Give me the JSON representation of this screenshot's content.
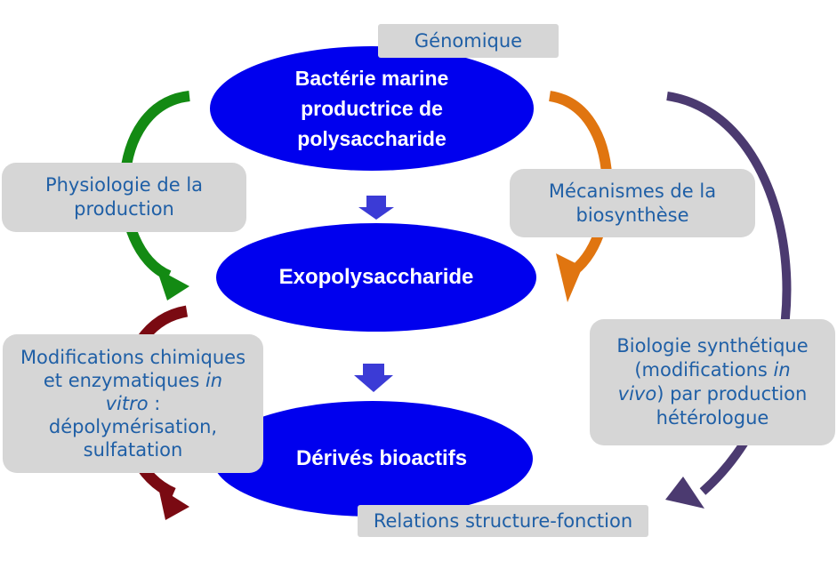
{
  "nodes": {
    "bacterie": [
      "Bactérie marine",
      "productrice de",
      "polysaccharide"
    ],
    "exopolysaccharide": "Exopolysaccharide",
    "derives": "Dérivés bioactifs"
  },
  "labels": {
    "genomique": "Génomique",
    "physiologie": [
      "Physiologie de la",
      "production"
    ],
    "mecanismes": [
      "Mécanismes de la",
      "biosynthèse"
    ],
    "modifications": {
      "line1": "Modifications chimiques",
      "line2_pre": "et enzymatiques ",
      "line2_it": "in",
      "line3_it": "vitro",
      "line3_post": " :",
      "line4": "dépolymérisation,",
      "line5": "sulfatation"
    },
    "biologie": {
      "line1": "Biologie synthétique",
      "line2_pre": "(modifications ",
      "line2_it": "in",
      "line3_it": "vivo",
      "line3_post": ") par production",
      "line4": "hétérologue"
    },
    "relations": "Relations structure-fonction"
  },
  "colors": {
    "node_fill": "#0000ee",
    "node_text": "#ffffff",
    "label_box": "#d6d6d6",
    "label_text": "#1f5fa6",
    "flow_arrow": "#3b3bd6",
    "green_arrow": "#138a13",
    "orange_arrow": "#e07510",
    "darkred_arrow": "#7a0a12",
    "purple_arrow": "#4b3a70"
  }
}
